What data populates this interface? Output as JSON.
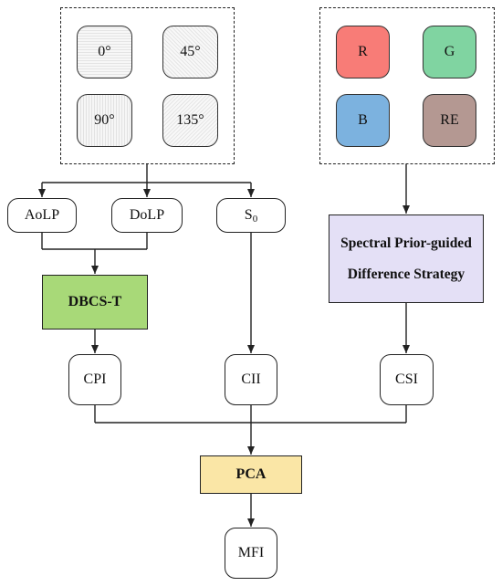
{
  "colors": {
    "band_r": "#f87c77",
    "band_g": "#80d4a1",
    "band_b": "#7cb2df",
    "band_re": "#b49892",
    "dbcs_fill": "#a8d978",
    "spectral_fill": "#e4e0f6",
    "pca_fill": "#fae6a6",
    "stroke": "#222222"
  },
  "polarization": {
    "angles": [
      "0°",
      "45°",
      "90°",
      "135°"
    ]
  },
  "spectral": {
    "bands": [
      "R",
      "G",
      "B",
      "RE"
    ]
  },
  "nodes": {
    "aolp": "AoLP",
    "dolp": "DoLP",
    "s0_base": "S",
    "s0_sub": "0",
    "dbcs": "DBCS-T",
    "spectral_line1": "Spectral Prior-guided",
    "spectral_line2": "Difference Strategy",
    "cpi": "CPI",
    "cii": "CII",
    "csi": "CSI",
    "pca": "PCA",
    "mfi": "MFI"
  }
}
